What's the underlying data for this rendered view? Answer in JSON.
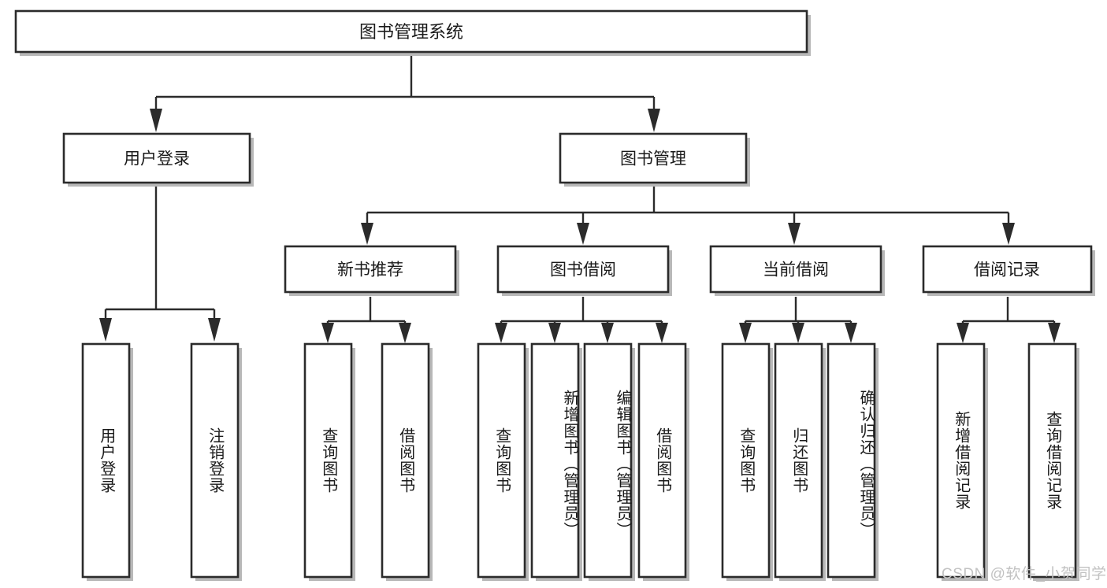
{
  "diagram": {
    "type": "tree-hierarchy-chart",
    "title": "图书管理系统",
    "orientation": "top-down",
    "colors": {
      "box_stroke": "#2b2b2b",
      "box_fill": "#ffffff",
      "connector": "#2b2b2b",
      "shadow": "#b8b8b8",
      "watermark": "#c2c2c2"
    },
    "root": {
      "label": "图书管理系统",
      "level": 0
    },
    "level2": [
      {
        "label": "用户登录",
        "level": 1
      },
      {
        "label": "图书管理",
        "level": 1
      }
    ],
    "level3": [
      {
        "label": "新书推荐",
        "level": 2,
        "parent": "图书管理"
      },
      {
        "label": "图书借阅",
        "level": 2,
        "parent": "图书管理"
      },
      {
        "label": "当前借阅",
        "level": 2,
        "parent": "图书管理"
      },
      {
        "label": "借阅记录",
        "level": 2,
        "parent": "图书管理"
      }
    ],
    "leaves": [
      {
        "label": "用户登录",
        "parent": "用户登录",
        "group": "user-login"
      },
      {
        "label": "注销登录",
        "parent": "用户登录",
        "group": "user-login"
      },
      {
        "label": "查询图书",
        "parent": "新书推荐",
        "group": "new-book"
      },
      {
        "label": "借阅图书",
        "parent": "新书推荐",
        "group": "new-book"
      },
      {
        "label": "查询图书",
        "parent": "图书借阅",
        "group": "book-borrow"
      },
      {
        "label": "新增图书（管理员）",
        "parent": "图书借阅",
        "group": "book-borrow"
      },
      {
        "label": "编辑图书（管理员）",
        "parent": "图书借阅",
        "group": "book-borrow"
      },
      {
        "label": "借阅图书",
        "parent": "图书借阅",
        "group": "book-borrow"
      },
      {
        "label": "查询图书",
        "parent": "当前借阅",
        "group": "current-borrow"
      },
      {
        "label": "归还图书",
        "parent": "当前借阅",
        "group": "current-borrow"
      },
      {
        "label": "确认归还（管理员）",
        "parent": "当前借阅",
        "group": "current-borrow"
      },
      {
        "label": "新增借阅记录",
        "parent": "借阅记录",
        "group": "borrow-record"
      },
      {
        "label": "查询借阅记录",
        "parent": "借阅记录",
        "group": "borrow-record"
      }
    ],
    "watermark": "CSDN @软件_小贺同学"
  }
}
